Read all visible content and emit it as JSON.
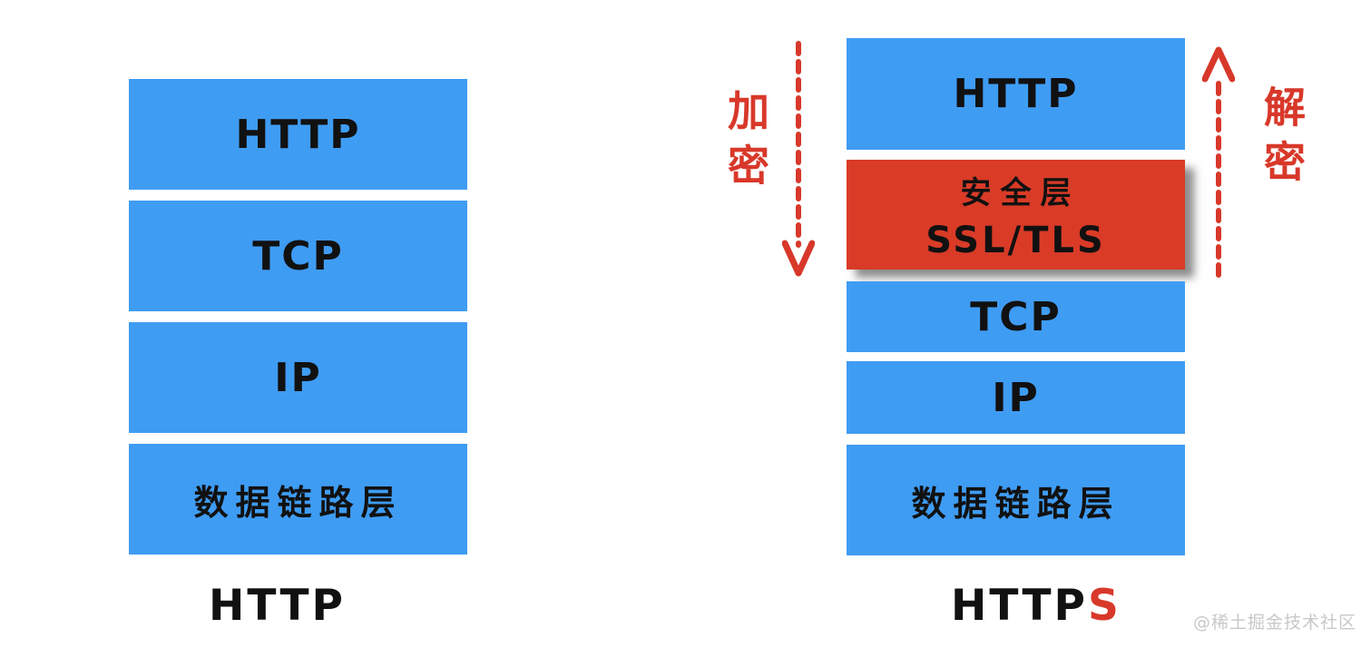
{
  "colors": {
    "layer_blue": "#3f9cf3",
    "layer_red": "#d93b27",
    "accent_red": "#d8382a",
    "text_black": "#111111",
    "watermark_gray": "#c8c8c8"
  },
  "left_stack": {
    "caption": "HTTP",
    "layers": [
      {
        "label": "HTTP"
      },
      {
        "label": "TCP"
      },
      {
        "label": "IP"
      },
      {
        "label": "数据链路层"
      }
    ]
  },
  "right_stack": {
    "caption_black": "HTTP",
    "caption_red": "S",
    "layers": [
      {
        "label": "HTTP",
        "type": "blue"
      },
      {
        "label_line1": "安全层",
        "label_line2": "SSL/TLS",
        "type": "red"
      },
      {
        "label": "TCP",
        "type": "blue"
      },
      {
        "label": "IP",
        "type": "blue"
      },
      {
        "label": "数据链路层",
        "type": "blue"
      }
    ]
  },
  "annotations": {
    "encrypt_label": "加密",
    "decrypt_label": "解密"
  },
  "watermark": "@稀土掘金技术社区"
}
